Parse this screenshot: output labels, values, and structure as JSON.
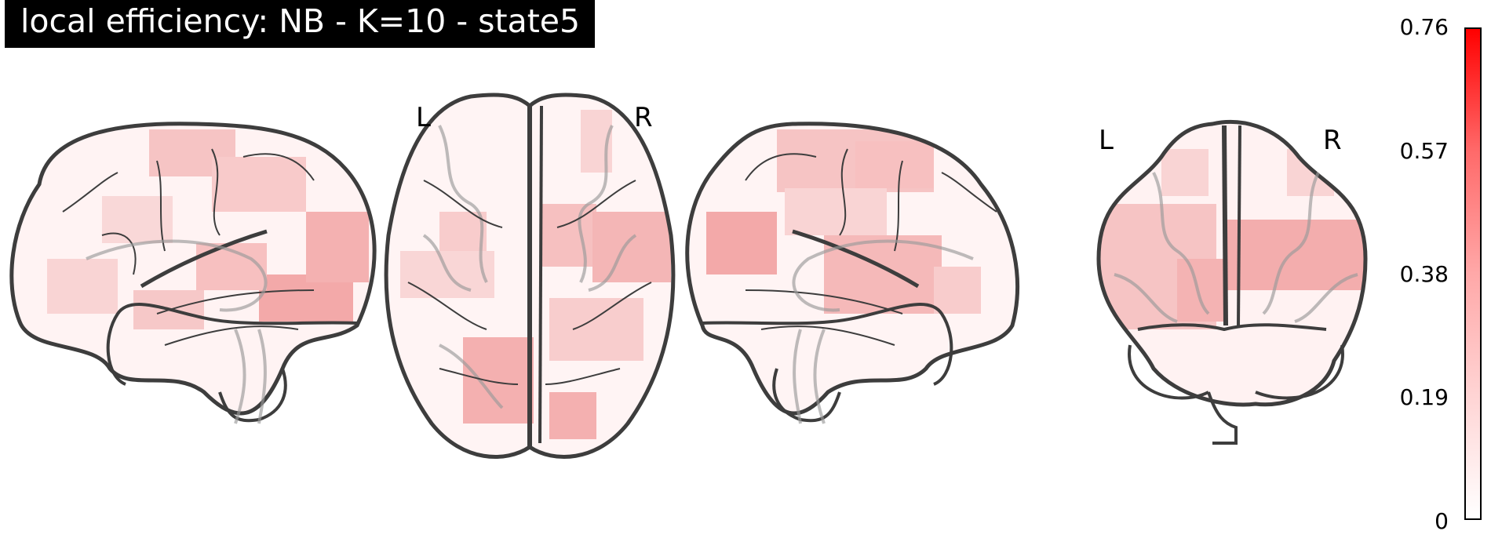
{
  "title": "local efficiency: NB - K=10 - state5",
  "views": {
    "axial": {
      "left_label": "L",
      "right_label": "R"
    },
    "coronal": {
      "left_label": "L",
      "right_label": "R"
    }
  },
  "colorbar": {
    "ticks": [
      "0.76",
      "0.57",
      "0.38",
      "0.19",
      "0"
    ],
    "min": 0,
    "max": 0.76,
    "colormap": [
      "#ffffff",
      "#ff0000"
    ]
  },
  "colors": {
    "outline": "#3d3d3d",
    "gyri": "#9a9a9a",
    "background": "#ffffff"
  }
}
